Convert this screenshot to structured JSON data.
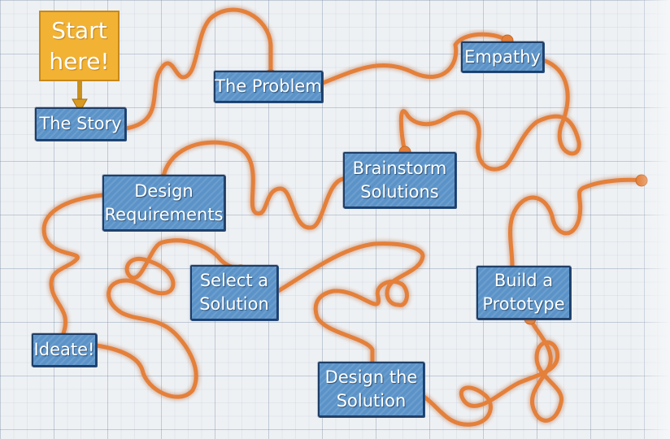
{
  "start": {
    "line1": "Start",
    "line2": "here!"
  },
  "nodes": {
    "the_story": "The Story",
    "the_problem": "The Problem",
    "empathy": "Empathy",
    "brainstorm": {
      "line1": "Brainstorm",
      "line2": "Solutions"
    },
    "design_requirements": {
      "line1": "Design",
      "line2": "Requirements"
    },
    "select_solution": {
      "line1": "Select a",
      "line2": "Solution"
    },
    "build_prototype": {
      "line1": "Build a",
      "line2": "Prototype"
    },
    "ideate": "Ideate!",
    "design_solution": {
      "line1": "Design the",
      "line2": "Solution"
    }
  },
  "colors": {
    "path": "#e4803a",
    "node_fill": "#5b93c8",
    "node_border": "#1f3e66",
    "start_fill": "#f2b233"
  }
}
